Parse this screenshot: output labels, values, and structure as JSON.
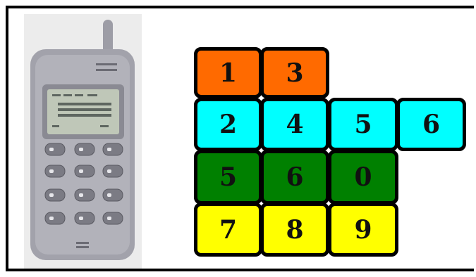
{
  "image": {
    "subject": "mobile-phone-photo",
    "palette": {
      "background": "#ececec",
      "body": "#9a9aa3",
      "screen": "#bfc7b8"
    }
  },
  "keypad": {
    "rows": [
      {
        "color": "#ff6a00",
        "keys": [
          "1",
          "3"
        ]
      },
      {
        "color": "#00ffff",
        "keys": [
          "2",
          "4",
          "5",
          "6"
        ]
      },
      {
        "color": "#008000",
        "keys": [
          "5",
          "6",
          "0"
        ]
      },
      {
        "color": "#ffff00",
        "keys": [
          "7",
          "8",
          "9"
        ]
      }
    ]
  }
}
